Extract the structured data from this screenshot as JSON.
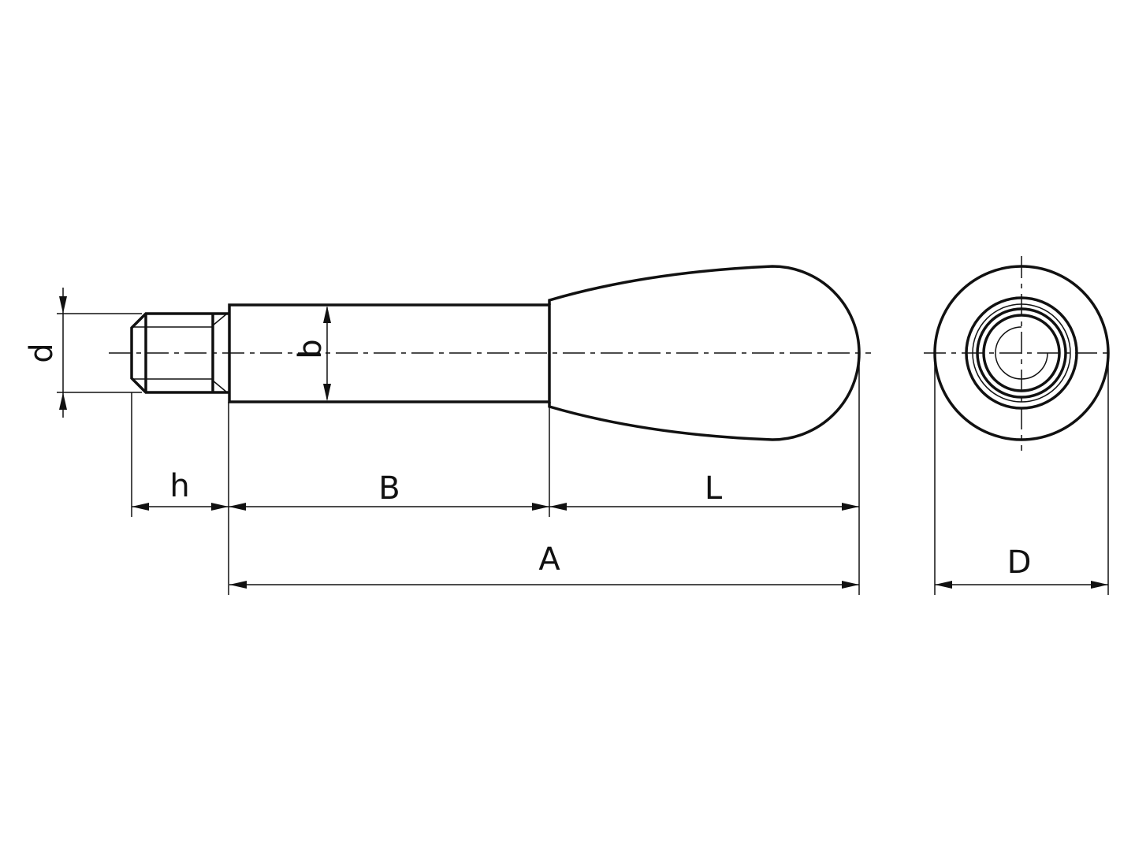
{
  "labels": {
    "d": "d",
    "b": "b",
    "h": "h",
    "B": "B",
    "L": "L",
    "A": "A",
    "D": "D"
  },
  "colors": {
    "line": "#111111",
    "background": "#ffffff"
  }
}
